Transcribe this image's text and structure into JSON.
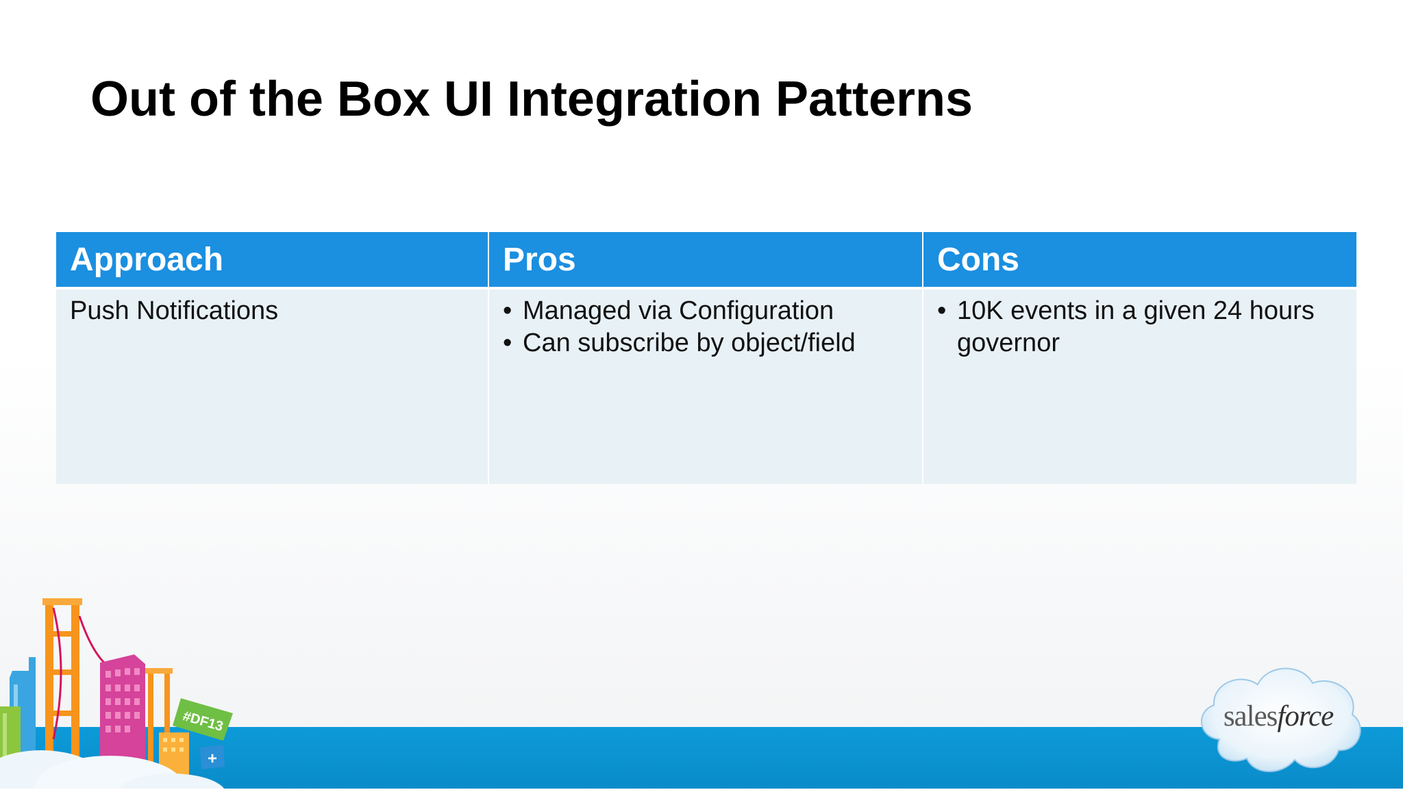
{
  "slide": {
    "title": "Out of the Box UI Integration Patterns"
  },
  "table": {
    "headers": [
      "Approach",
      "Pros",
      "Cons"
    ],
    "rows": [
      {
        "approach": "Push Notifications",
        "pros": [
          "Managed via Configuration",
          "Can subscribe by object/field"
        ],
        "cons": [
          "10K events in a given 24 hours governor"
        ]
      }
    ]
  },
  "branding": {
    "badge_text": "#DF13",
    "badge_plus": "+",
    "logo_text_sales": "sales",
    "logo_text_force": "force",
    "logo_icon": "salesforce-cloud-logo"
  },
  "colors": {
    "header_blue": "#1b8fe0",
    "row_fill": "#e8f1f5",
    "footer_blue": "#0d9ad8"
  }
}
